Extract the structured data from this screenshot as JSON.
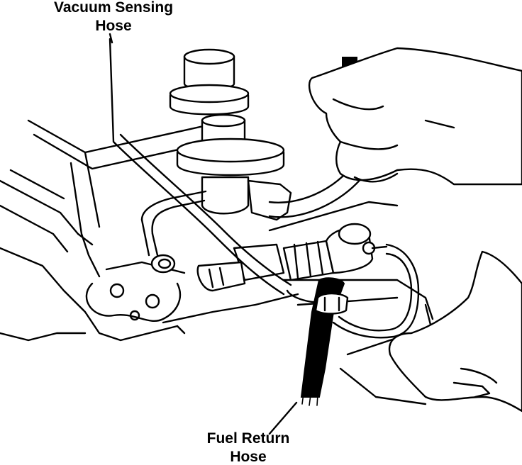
{
  "labels": {
    "vacuum_line1": "Vacuum  Sensing",
    "vacuum_line2": "Hose",
    "fuel_line1": "Fuel Return",
    "fuel_line2": "Hose"
  },
  "colors": {
    "ink": "#000000",
    "paper": "#ffffff"
  }
}
